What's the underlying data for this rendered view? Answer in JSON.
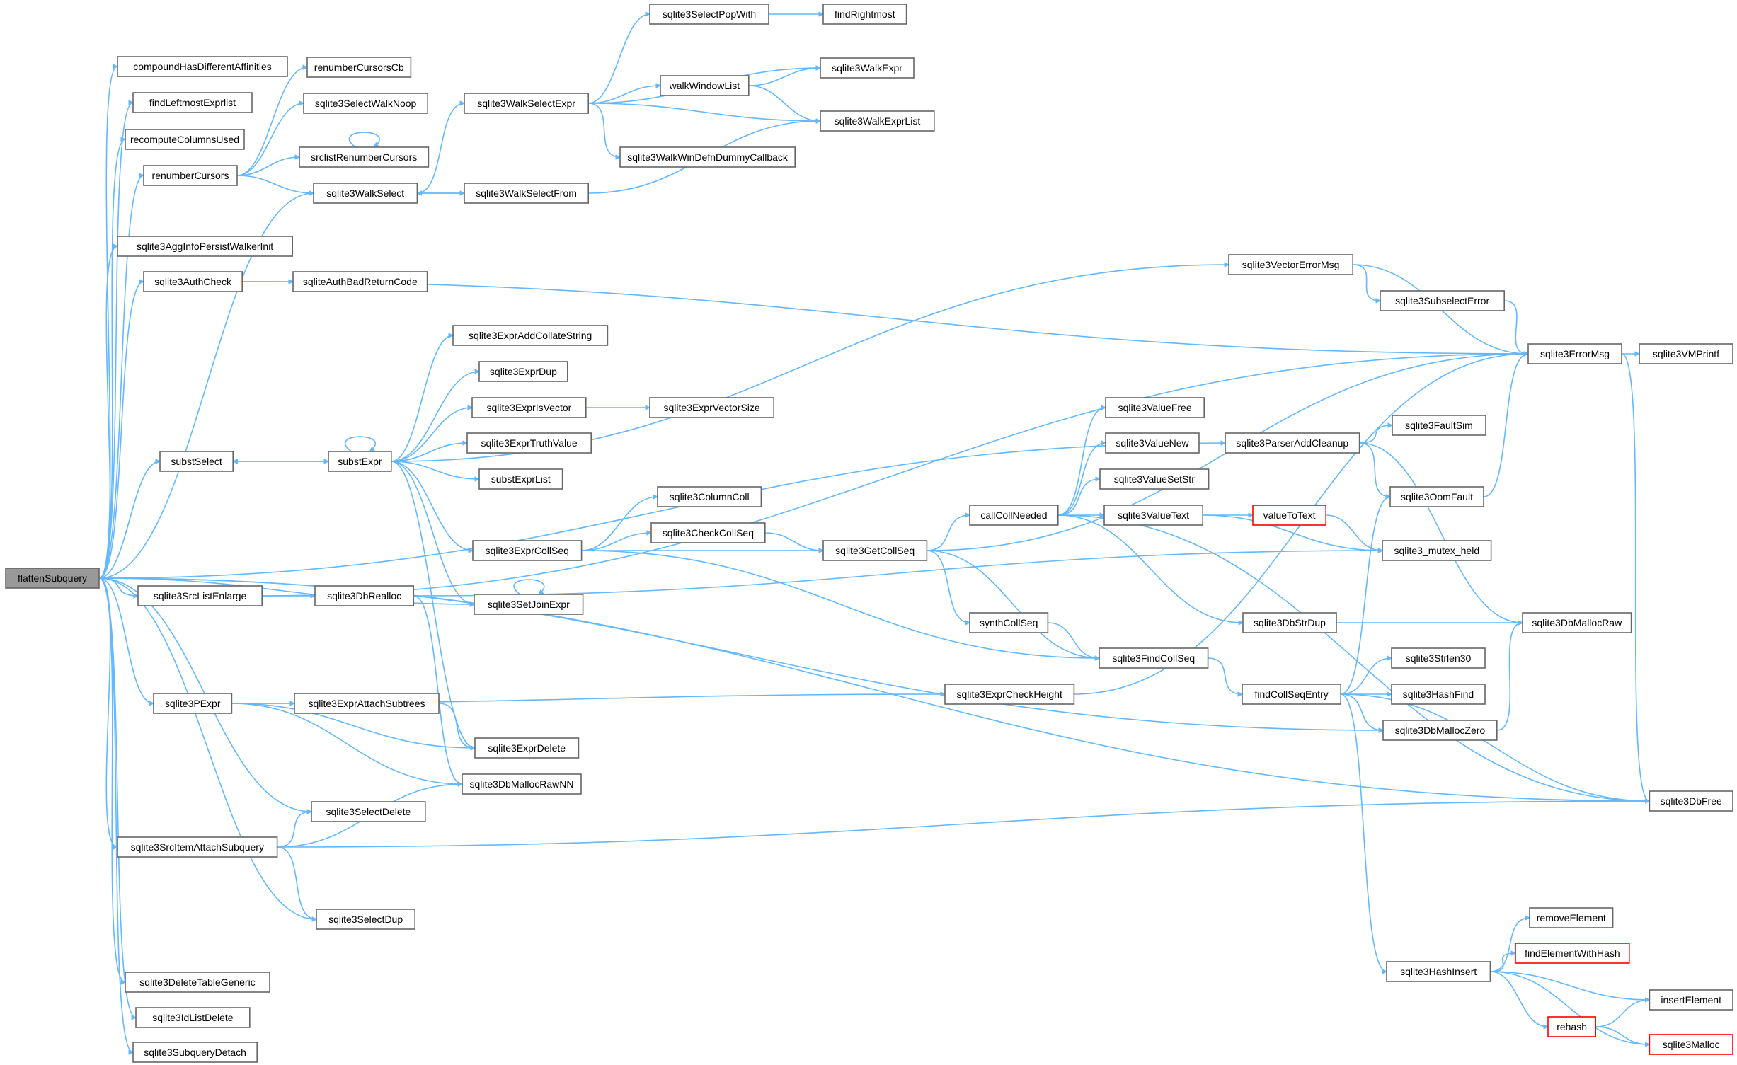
{
  "graph": {
    "nodes": [
      {
        "id": "flattenSubquery",
        "label": "flattenSubquery",
        "style": "root"
      },
      {
        "id": "compoundHasDifferentAffinities",
        "label": "compoundHasDifferentAffinities"
      },
      {
        "id": "findLeftmostExprlist",
        "label": "findLeftmostExprlist"
      },
      {
        "id": "recomputeColumnsUsed",
        "label": "recomputeColumnsUsed"
      },
      {
        "id": "renumberCursors",
        "label": "renumberCursors"
      },
      {
        "id": "sqlite3AggInfoPersistWalkerInit",
        "label": "sqlite3AggInfoPersistWalkerInit"
      },
      {
        "id": "sqlite3AuthCheck",
        "label": "sqlite3AuthCheck"
      },
      {
        "id": "substSelect",
        "label": "substSelect"
      },
      {
        "id": "sqlite3SrcListEnlarge",
        "label": "sqlite3SrcListEnlarge"
      },
      {
        "id": "sqlite3PExpr",
        "label": "sqlite3PExpr"
      },
      {
        "id": "sqlite3SrcItemAttachSubquery",
        "label": "sqlite3SrcItemAttachSubquery"
      },
      {
        "id": "sqlite3DeleteTableGeneric",
        "label": "sqlite3DeleteTableGeneric"
      },
      {
        "id": "sqlite3IdListDelete",
        "label": "sqlite3IdListDelete"
      },
      {
        "id": "sqlite3SubqueryDetach",
        "label": "sqlite3SubqueryDetach"
      },
      {
        "id": "renumberCursorsCb",
        "label": "renumberCursorsCb"
      },
      {
        "id": "sqlite3SelectWalkNoop",
        "label": "sqlite3SelectWalkNoop"
      },
      {
        "id": "srclistRenumberCursors",
        "label": "srclistRenumberCursors"
      },
      {
        "id": "sqlite3WalkSelect",
        "label": "sqlite3WalkSelect"
      },
      {
        "id": "sqliteAuthBadReturnCode",
        "label": "sqliteAuthBadReturnCode"
      },
      {
        "id": "substExpr",
        "label": "substExpr"
      },
      {
        "id": "sqlite3DbRealloc",
        "label": "sqlite3DbRealloc"
      },
      {
        "id": "sqlite3ExprAttachSubtrees",
        "label": "sqlite3ExprAttachSubtrees"
      },
      {
        "id": "sqlite3SelectDelete",
        "label": "sqlite3SelectDelete"
      },
      {
        "id": "sqlite3SelectDup",
        "label": "sqlite3SelectDup"
      },
      {
        "id": "sqlite3WalkSelectExpr",
        "label": "sqlite3WalkSelectExpr"
      },
      {
        "id": "sqlite3WalkSelectFrom",
        "label": "sqlite3WalkSelectFrom"
      },
      {
        "id": "sqlite3ExprAddCollateString",
        "label": "sqlite3ExprAddCollateString"
      },
      {
        "id": "sqlite3ExprDup",
        "label": "sqlite3ExprDup"
      },
      {
        "id": "sqlite3ExprIsVector",
        "label": "sqlite3ExprIsVector"
      },
      {
        "id": "sqlite3ExprTruthValue",
        "label": "sqlite3ExprTruthValue"
      },
      {
        "id": "substExprList",
        "label": "substExprList"
      },
      {
        "id": "sqlite3ExprCollSeq",
        "label": "sqlite3ExprCollSeq"
      },
      {
        "id": "sqlite3SetJoinExpr",
        "label": "sqlite3SetJoinExpr"
      },
      {
        "id": "sqlite3ExprDelete",
        "label": "sqlite3ExprDelete"
      },
      {
        "id": "sqlite3DbMallocRawNN",
        "label": "sqlite3DbMallocRawNN"
      },
      {
        "id": "sqlite3SelectPopWith",
        "label": "sqlite3SelectPopWith"
      },
      {
        "id": "walkWindowList",
        "label": "walkWindowList"
      },
      {
        "id": "sqlite3WalkWinDefnDummyCallback",
        "label": "sqlite3WalkWinDefnDummyCallback"
      },
      {
        "id": "findRightmost",
        "label": "findRightmost"
      },
      {
        "id": "sqlite3WalkExpr",
        "label": "sqlite3WalkExpr"
      },
      {
        "id": "sqlite3WalkExprList",
        "label": "sqlite3WalkExprList"
      },
      {
        "id": "sqlite3ExprVectorSize",
        "label": "sqlite3ExprVectorSize"
      },
      {
        "id": "sqlite3ColumnColl",
        "label": "sqlite3ColumnColl"
      },
      {
        "id": "sqlite3CheckCollSeq",
        "label": "sqlite3CheckCollSeq"
      },
      {
        "id": "sqlite3GetCollSeq",
        "label": "sqlite3GetCollSeq"
      },
      {
        "id": "callCollNeeded",
        "label": "callCollNeeded"
      },
      {
        "id": "synthCollSeq",
        "label": "synthCollSeq"
      },
      {
        "id": "sqlite3FindCollSeq",
        "label": "sqlite3FindCollSeq"
      },
      {
        "id": "sqlite3ExprCheckHeight",
        "label": "sqlite3ExprCheckHeight"
      },
      {
        "id": "sqlite3ValueFree",
        "label": "sqlite3ValueFree"
      },
      {
        "id": "sqlite3ValueNew",
        "label": "sqlite3ValueNew"
      },
      {
        "id": "sqlite3ValueSetStr",
        "label": "sqlite3ValueSetStr"
      },
      {
        "id": "sqlite3ValueText",
        "label": "sqlite3ValueText"
      },
      {
        "id": "valueToText",
        "label": "valueToText",
        "style": "red"
      },
      {
        "id": "sqlite3VectorErrorMsg",
        "label": "sqlite3VectorErrorMsg"
      },
      {
        "id": "sqlite3SubselectError",
        "label": "sqlite3SubselectError"
      },
      {
        "id": "sqlite3ParserAddCleanup",
        "label": "sqlite3ParserAddCleanup"
      },
      {
        "id": "sqlite3FaultSim",
        "label": "sqlite3FaultSim"
      },
      {
        "id": "sqlite3OomFault",
        "label": "sqlite3OomFault"
      },
      {
        "id": "sqlite3_mutex_held",
        "label": "sqlite3_mutex_held"
      },
      {
        "id": "sqlite3DbStrDup",
        "label": "sqlite3DbStrDup"
      },
      {
        "id": "findCollSeqEntry",
        "label": "findCollSeqEntry"
      },
      {
        "id": "sqlite3Strlen30",
        "label": "sqlite3Strlen30"
      },
      {
        "id": "sqlite3HashFind",
        "label": "sqlite3HashFind"
      },
      {
        "id": "sqlite3DbMallocZero",
        "label": "sqlite3DbMallocZero"
      },
      {
        "id": "sqlite3HashInsert",
        "label": "sqlite3HashInsert"
      },
      {
        "id": "sqlite3ErrorMsg",
        "label": "sqlite3ErrorMsg"
      },
      {
        "id": "sqlite3DbMallocRaw",
        "label": "sqlite3DbMallocRaw"
      },
      {
        "id": "sqlite3VMPrintf",
        "label": "sqlite3VMPrintf"
      },
      {
        "id": "sqlite3DbFree",
        "label": "sqlite3DbFree"
      },
      {
        "id": "removeElement",
        "label": "removeElement"
      },
      {
        "id": "findElementWithHash",
        "label": "findElementWithHash",
        "style": "red"
      },
      {
        "id": "insertElement",
        "label": "insertElement"
      },
      {
        "id": "rehash",
        "label": "rehash",
        "style": "red"
      },
      {
        "id": "sqlite3Malloc",
        "label": "sqlite3Malloc",
        "style": "red"
      }
    ],
    "edges": [
      [
        "flattenSubquery",
        "compoundHasDifferentAffinities"
      ],
      [
        "flattenSubquery",
        "findLeftmostExprlist"
      ],
      [
        "flattenSubquery",
        "recomputeColumnsUsed"
      ],
      [
        "flattenSubquery",
        "renumberCursors"
      ],
      [
        "flattenSubquery",
        "sqlite3WalkSelect"
      ],
      [
        "flattenSubquery",
        "sqlite3AggInfoPersistWalkerInit"
      ],
      [
        "flattenSubquery",
        "sqlite3AuthCheck"
      ],
      [
        "flattenSubquery",
        "sqlite3ParserAddCleanup"
      ],
      [
        "flattenSubquery",
        "substSelect"
      ],
      [
        "flattenSubquery",
        "sqlite3SrcListEnlarge"
      ],
      [
        "flattenSubquery",
        "sqlite3SetJoinExpr"
      ],
      [
        "flattenSubquery",
        "sqlite3DbMallocZero"
      ],
      [
        "flattenSubquery",
        "sqlite3PExpr"
      ],
      [
        "flattenSubquery",
        "sqlite3SelectDelete"
      ],
      [
        "flattenSubquery",
        "sqlite3SrcItemAttachSubquery"
      ],
      [
        "flattenSubquery",
        "sqlite3SelectDup"
      ],
      [
        "flattenSubquery",
        "sqlite3DbFree"
      ],
      [
        "flattenSubquery",
        "sqlite3DeleteTableGeneric"
      ],
      [
        "flattenSubquery",
        "sqlite3IdListDelete"
      ],
      [
        "flattenSubquery",
        "sqlite3SubqueryDetach"
      ],
      [
        "renumberCursors",
        "renumberCursorsCb"
      ],
      [
        "renumberCursors",
        "sqlite3SelectWalkNoop"
      ],
      [
        "renumberCursors",
        "srclistRenumberCursors"
      ],
      [
        "renumberCursors",
        "sqlite3WalkSelect"
      ],
      [
        "srclistRenumberCursors",
        "srclistRenumberCursors"
      ],
      [
        "sqlite3WalkSelect",
        "sqlite3WalkSelectExpr"
      ],
      [
        "sqlite3WalkSelect",
        "sqlite3WalkSelectFrom"
      ],
      [
        "sqlite3WalkSelectFrom",
        "sqlite3WalkSelect"
      ],
      [
        "sqlite3WalkSelectFrom",
        "sqlite3WalkExprList"
      ],
      [
        "sqlite3WalkSelectExpr",
        "sqlite3SelectPopWith"
      ],
      [
        "sqlite3WalkSelectExpr",
        "sqlite3WalkExpr"
      ],
      [
        "sqlite3WalkSelectExpr",
        "walkWindowList"
      ],
      [
        "sqlite3WalkSelectExpr",
        "sqlite3WalkExprList"
      ],
      [
        "sqlite3WalkSelectExpr",
        "sqlite3WalkWinDefnDummyCallback"
      ],
      [
        "sqlite3SelectPopWith",
        "findRightmost"
      ],
      [
        "walkWindowList",
        "sqlite3WalkExpr"
      ],
      [
        "walkWindowList",
        "sqlite3WalkExprList"
      ],
      [
        "sqlite3AuthCheck",
        "sqlite3ErrorMsg"
      ],
      [
        "sqlite3AuthCheck",
        "sqliteAuthBadReturnCode"
      ],
      [
        "substSelect",
        "substExpr"
      ],
      [
        "substExpr",
        "substSelect"
      ],
      [
        "substExpr",
        "substExpr"
      ],
      [
        "substExpr",
        "sqlite3VectorErrorMsg"
      ],
      [
        "substExpr",
        "sqlite3ExprAddCollateString"
      ],
      [
        "substExpr",
        "sqlite3ExprDup"
      ],
      [
        "substExpr",
        "sqlite3ExprIsVector"
      ],
      [
        "substExpr",
        "sqlite3ExprTruthValue"
      ],
      [
        "substExpr",
        "substExprList"
      ],
      [
        "substExpr",
        "sqlite3ExprCollSeq"
      ],
      [
        "substExpr",
        "sqlite3SetJoinExpr"
      ],
      [
        "substExpr",
        "sqlite3ExprDelete"
      ],
      [
        "sqlite3ExprIsVector",
        "sqlite3ExprVectorSize"
      ],
      [
        "sqlite3ExprCollSeq",
        "sqlite3ColumnColl"
      ],
      [
        "sqlite3ExprCollSeq",
        "sqlite3CheckCollSeq"
      ],
      [
        "sqlite3ExprCollSeq",
        "sqlite3GetCollSeq"
      ],
      [
        "sqlite3ExprCollSeq",
        "sqlite3FindCollSeq"
      ],
      [
        "sqlite3CheckCollSeq",
        "sqlite3GetCollSeq"
      ],
      [
        "sqlite3GetCollSeq",
        "sqlite3ErrorMsg"
      ],
      [
        "sqlite3GetCollSeq",
        "callCollNeeded"
      ],
      [
        "sqlite3GetCollSeq",
        "synthCollSeq"
      ],
      [
        "sqlite3GetCollSeq",
        "sqlite3FindCollSeq"
      ],
      [
        "synthCollSeq",
        "sqlite3FindCollSeq"
      ],
      [
        "callCollNeeded",
        "sqlite3ValueFree"
      ],
      [
        "callCollNeeded",
        "sqlite3ValueNew"
      ],
      [
        "callCollNeeded",
        "sqlite3ValueSetStr"
      ],
      [
        "callCollNeeded",
        "sqlite3ValueText"
      ],
      [
        "callCollNeeded",
        "sqlite3DbStrDup"
      ],
      [
        "callCollNeeded",
        "sqlite3DbFree"
      ],
      [
        "sqlite3ValueText",
        "valueToText"
      ],
      [
        "sqlite3ValueText",
        "sqlite3_mutex_held"
      ],
      [
        "valueToText",
        "sqlite3_mutex_held"
      ],
      [
        "sqlite3SetJoinExpr",
        "sqlite3SetJoinExpr"
      ],
      [
        "sqlite3SrcListEnlarge",
        "sqlite3ErrorMsg"
      ],
      [
        "sqlite3SrcListEnlarge",
        "sqlite3DbRealloc"
      ],
      [
        "sqlite3DbRealloc",
        "sqlite3_mutex_held"
      ],
      [
        "sqlite3DbRealloc",
        "sqlite3DbMallocRawNN"
      ],
      [
        "sqlite3FindCollSeq",
        "findCollSeqEntry"
      ],
      [
        "sqlite3PExpr",
        "sqlite3ExprCheckHeight"
      ],
      [
        "sqlite3PExpr",
        "sqlite3ExprAttachSubtrees"
      ],
      [
        "sqlite3PExpr",
        "sqlite3ExprDelete"
      ],
      [
        "sqlite3PExpr",
        "sqlite3DbMallocRawNN"
      ],
      [
        "sqlite3ExprAttachSubtrees",
        "sqlite3ExprDelete"
      ],
      [
        "sqlite3ExprCheckHeight",
        "sqlite3ErrorMsg"
      ],
      [
        "sqlite3SrcItemAttachSubquery",
        "sqlite3SelectDelete"
      ],
      [
        "sqlite3SrcItemAttachSubquery",
        "sqlite3DbMallocRawNN"
      ],
      [
        "sqlite3SrcItemAttachSubquery",
        "sqlite3SelectDup"
      ],
      [
        "sqlite3SrcItemAttachSubquery",
        "sqlite3DbFree"
      ],
      [
        "sqlite3VectorErrorMsg",
        "sqlite3SubselectError"
      ],
      [
        "sqlite3VectorErrorMsg",
        "sqlite3ErrorMsg"
      ],
      [
        "sqlite3SubselectError",
        "sqlite3ErrorMsg"
      ],
      [
        "sqlite3ParserAddCleanup",
        "sqlite3FaultSim"
      ],
      [
        "sqlite3ParserAddCleanup",
        "sqlite3OomFault"
      ],
      [
        "sqlite3ParserAddCleanup",
        "sqlite3DbMallocRaw"
      ],
      [
        "sqlite3OomFault",
        "sqlite3ErrorMsg"
      ],
      [
        "sqlite3DbStrDup",
        "sqlite3DbMallocRaw"
      ],
      [
        "findCollSeqEntry",
        "sqlite3OomFault"
      ],
      [
        "findCollSeqEntry",
        "sqlite3Strlen30"
      ],
      [
        "findCollSeqEntry",
        "sqlite3HashFind"
      ],
      [
        "findCollSeqEntry",
        "sqlite3DbMallocZero"
      ],
      [
        "findCollSeqEntry",
        "sqlite3DbFree"
      ],
      [
        "findCollSeqEntry",
        "sqlite3HashInsert"
      ],
      [
        "sqlite3DbMallocZero",
        "sqlite3DbMallocRaw"
      ],
      [
        "sqlite3ErrorMsg",
        "sqlite3VMPrintf"
      ],
      [
        "sqlite3ErrorMsg",
        "sqlite3DbFree"
      ],
      [
        "sqlite3HashInsert",
        "removeElement"
      ],
      [
        "sqlite3HashInsert",
        "findElementWithHash"
      ],
      [
        "sqlite3HashInsert",
        "insertElement"
      ],
      [
        "sqlite3HashInsert",
        "rehash"
      ],
      [
        "sqlite3HashInsert",
        "sqlite3Malloc"
      ],
      [
        "rehash",
        "insertElement"
      ],
      [
        "rehash",
        "sqlite3Malloc"
      ]
    ],
    "colors": {
      "edge": "#63b8ff",
      "node_border": "#666666",
      "node_fill": "#ffffff",
      "root_fill": "#999999",
      "highlight_border": "#ff0000"
    }
  }
}
